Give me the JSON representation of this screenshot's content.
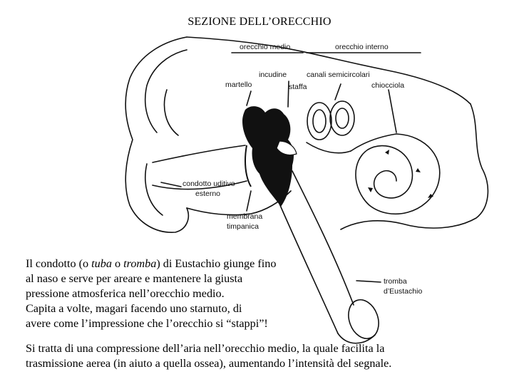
{
  "title": "SEZIONE DELL’ORECCHIO",
  "labels": {
    "orecchio_medio": "orecchio medio",
    "orecchio_interno": "orecchio interno",
    "incudine": "incudine",
    "canali": "canali semicircolari",
    "martello": "martello",
    "staffa": "staffa",
    "chiocciola": "chiocciola",
    "condotto_1": "condotto uditivo",
    "condotto_2": "esterno",
    "membrana_1": "membrana",
    "membrana_2": "timpanica",
    "tromba_1": "tromba",
    "tromba_2": "d’Eustachio"
  },
  "text": {
    "p1_a": "Il condotto (o ",
    "p1_tuba": "tuba",
    "p1_o": " o ",
    "p1_tromba": "tromba",
    "p1_b": ") di Eustachio giunge fino",
    "p2": "al naso e serve per areare e mantenere la giusta",
    "p3": "pressione atmosferica nell’orecchio medio.",
    "p4": "Capita a volte, magari facendo uno starnuto, di",
    "p5": "avere come l’impressione che l’orecchio si “stappi”!",
    "p6": "Si tratta di una compressione dell’aria nell’orecchio medio, la quale facilita la",
    "p7": "trasmissione aerea (in aiuto a quella ossea), aumentando l’intensità del segnale."
  }
}
